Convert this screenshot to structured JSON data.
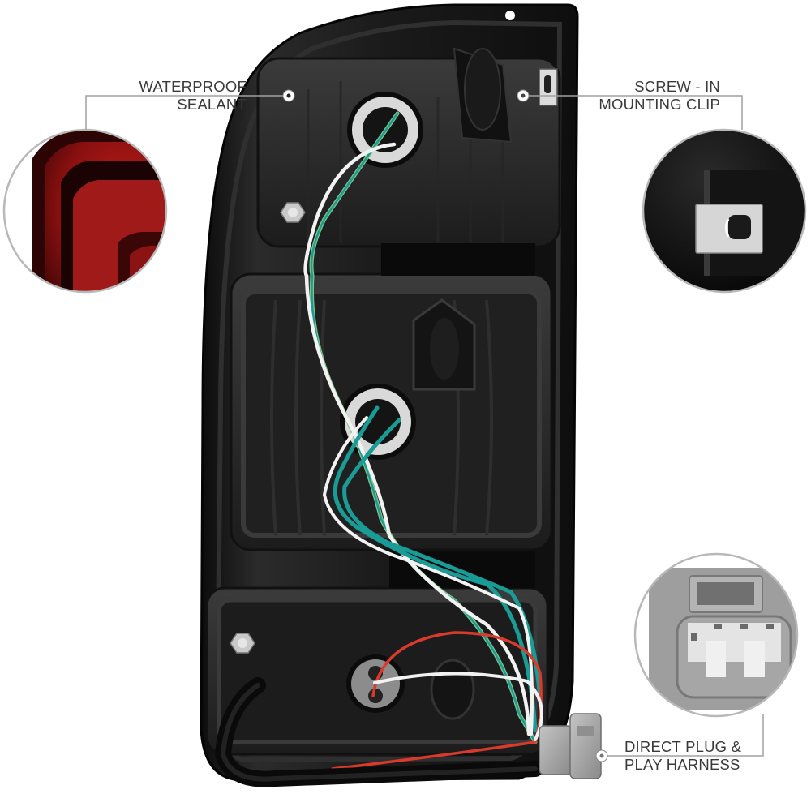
{
  "product": {
    "subject": "tail-light-rear-housing",
    "colors": {
      "background": "#ffffff",
      "housing": "#121212",
      "housing_highlight": "#3a3a3a",
      "lens_red": "#9c1515",
      "wire_teal": "#1a9c96",
      "wire_green": "#7fc48a",
      "wire_white": "#f2f2f2",
      "wire_red": "#d93a2b",
      "connector_grey": "#a9a9a9",
      "callout_line": "#a0a0a0",
      "label_text": "#3a3a3a"
    }
  },
  "callouts": [
    {
      "id": "waterproof-sealant",
      "line1": "WATERPROOF",
      "line2": "SEALANT",
      "detail": "red-lens-edge-closeup"
    },
    {
      "id": "mounting-clip",
      "line1": "SCREW - IN",
      "line2": "MOUNTING CLIP",
      "detail": "metal-clip-closeup"
    },
    {
      "id": "plug-and-play-harness",
      "line1": "DIRECT PLUG &",
      "line2": "PLAY HARNESS",
      "detail": "grey-connector-closeup"
    }
  ]
}
